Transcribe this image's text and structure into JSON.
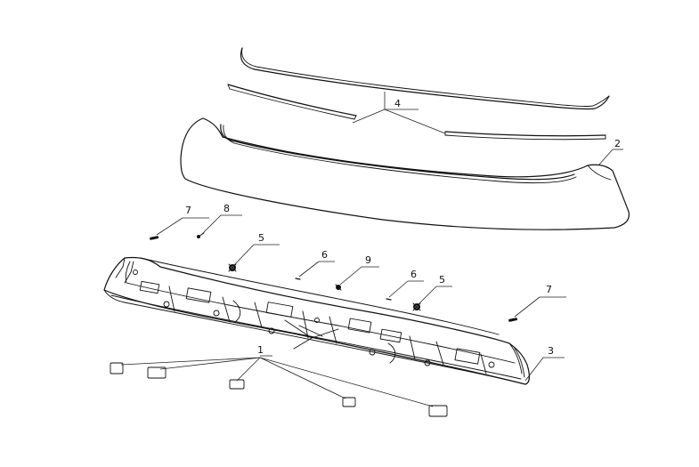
{
  "labels": {
    "l1": "1",
    "l2": "2",
    "l3": "3",
    "l4": "4",
    "l5a": "5",
    "l5b": "5",
    "l6a": "6",
    "l6b": "6",
    "l7a": "7",
    "l7b": "7",
    "l8": "8",
    "l9": "9"
  }
}
